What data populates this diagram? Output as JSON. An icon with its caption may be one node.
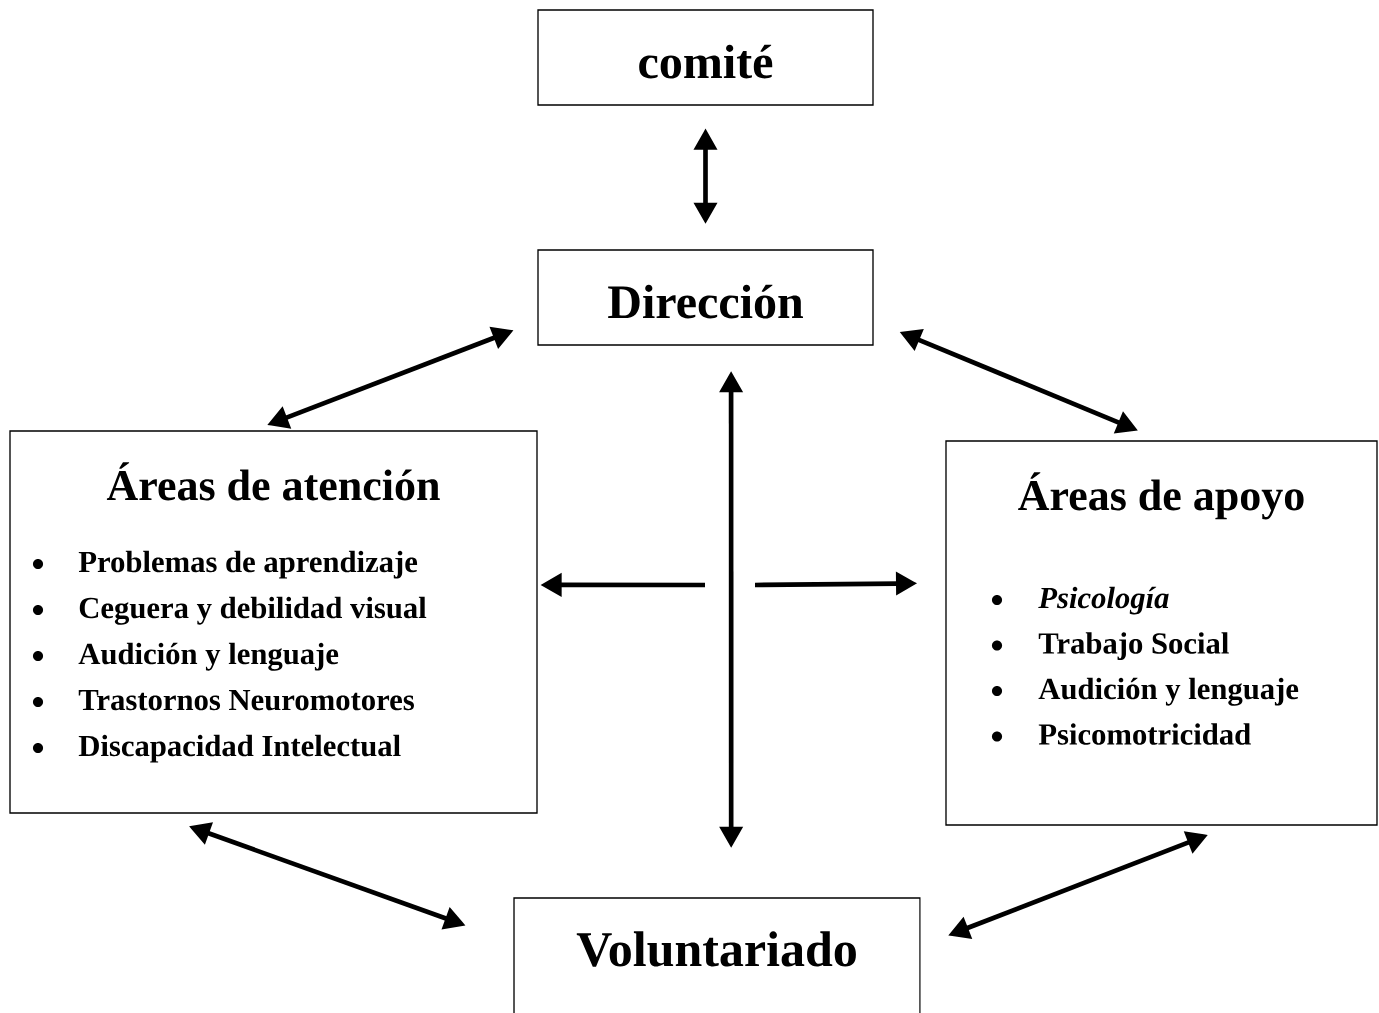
{
  "diagram": {
    "nodes": [
      {
        "text": [
          "comité"
        ]
      },
      {
        "text": [
          "Dirección"
        ]
      },
      {
        "text": [
          "Áreas de atención",
          "Problemas de aprendizaje",
          "Ceguera y debilidad visual",
          "Audición y lenguaje",
          "Trastornos Neuromotores",
          "Discapacidad Intelectual"
        ]
      },
      {
        "text": [
          "Áreas de apoyo",
          "Psicología",
          "Trabajo Social",
          "Audición y lenguaje",
          "Psicomotricidad"
        ]
      },
      {
        "text": [
          "Voluntariado"
        ]
      }
    ],
    "edges": [
      {
        "from": 0,
        "to": 1,
        "arrow": "both"
      },
      {
        "from": 1,
        "to": 2,
        "arrow": "both"
      },
      {
        "from": 1,
        "to": 3,
        "arrow": "both"
      },
      {
        "from": 1,
        "to": 4,
        "arrow": "both"
      },
      {
        "from": null,
        "to": 2,
        "arrow": "to"
      },
      {
        "from": null,
        "to": 3,
        "arrow": "to"
      },
      {
        "from": 2,
        "to": 4,
        "arrow": "both"
      },
      {
        "from": 3,
        "to": 4,
        "arrow": "both"
      }
    ]
  }
}
